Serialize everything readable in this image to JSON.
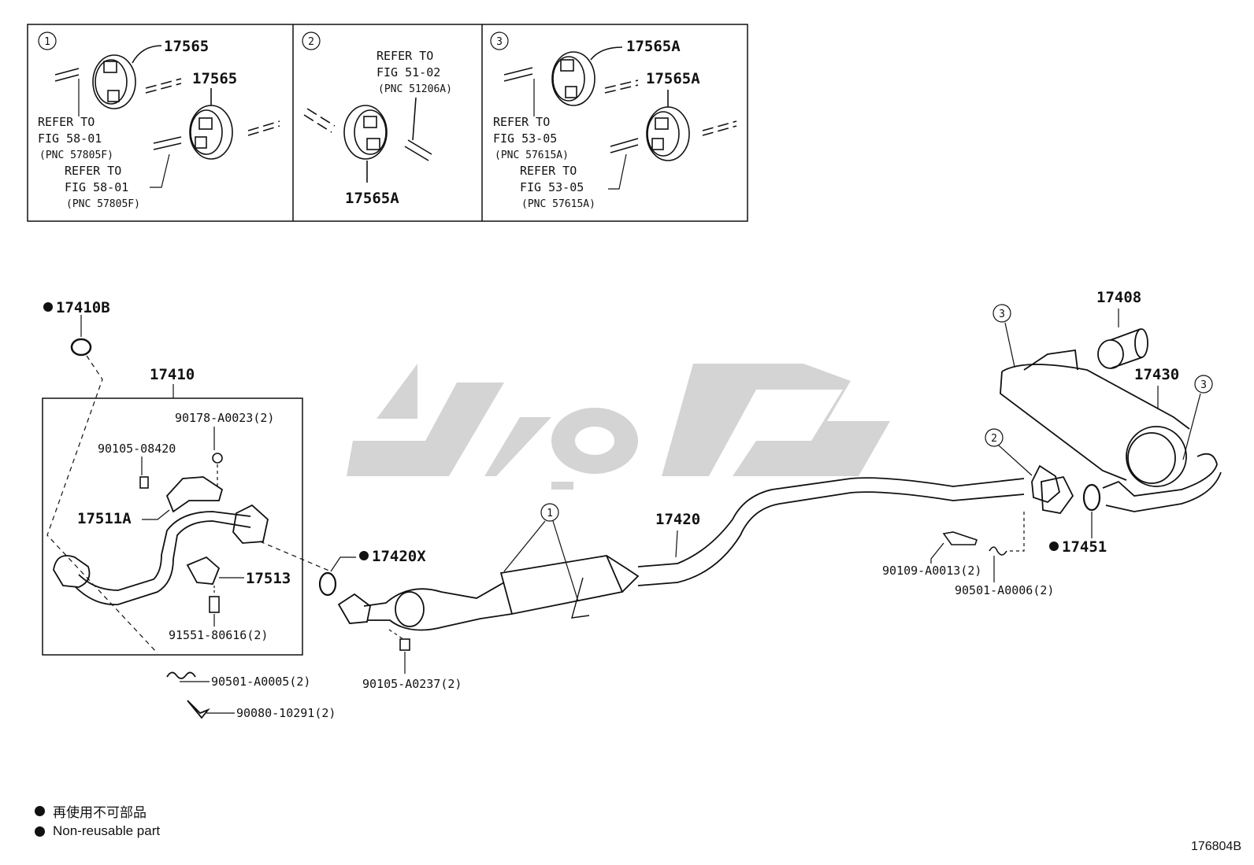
{
  "insets": [
    {
      "num": "1",
      "labels": [
        "17565",
        "17565"
      ],
      "refer1": [
        "REFER TO",
        "FIG 58-01",
        "(PNC 57805F)"
      ],
      "refer2": [
        "REFER TO",
        "FIG 58-01",
        "(PNC 57805F)"
      ]
    },
    {
      "num": "2",
      "labels": [
        "17565A"
      ],
      "refer1": [
        "REFER TO",
        "FIG 51-02",
        "(PNC 51206A)"
      ]
    },
    {
      "num": "3",
      "labels": [
        "17565A",
        "17565A"
      ],
      "refer1": [
        "REFER TO",
        "FIG 53-05",
        "(PNC 57615A)"
      ],
      "refer2": [
        "REFER TO",
        "FIG 53-05",
        "(PNC 57615A)"
      ]
    }
  ],
  "parts": {
    "p17410B": "17410B",
    "p17410": "17410",
    "p90178": "90178-A0023(2)",
    "p90105_08420": "90105-08420",
    "p17511A": "17511A",
    "p17513": "17513",
    "p91551": "91551-80616(2)",
    "p90501_A0005": "90501-A0005(2)",
    "p90080": "90080-10291(2)",
    "p17420X": "17420X",
    "p90105_A0237": "90105-A0237(2)",
    "p17420": "17420",
    "p17408": "17408",
    "p17430": "17430",
    "p17451": "17451",
    "p90109": "90109-A0013(2)",
    "p90501_A0006": "90501-A0006(2)"
  },
  "callouts": {
    "c1": "1",
    "c2": "2",
    "c3a": "3",
    "c3b": "3"
  },
  "legend": {
    "jp": "再使用不可部品",
    "en": "Non-reusable part"
  },
  "figure_number": "176804B",
  "colors": {
    "line": "#111111",
    "watermark": "#d4d4d4"
  }
}
